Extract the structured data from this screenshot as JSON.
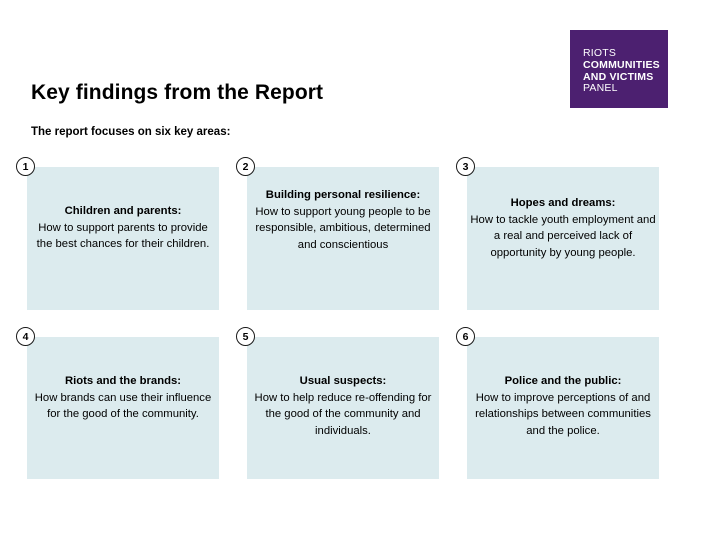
{
  "logo": {
    "lines": [
      {
        "text": "RIOTS",
        "weight": "thin"
      },
      {
        "text": "COMMUNITIES",
        "weight": "bold"
      },
      {
        "text": "AND VICTIMS",
        "weight": "bold"
      },
      {
        "text": "PANEL",
        "weight": "thin"
      }
    ],
    "background_color": "#4c2070",
    "text_color": "#ffffff"
  },
  "header": {
    "title": "Key findings from the Report",
    "subtitle": "The report focuses on six key areas:"
  },
  "boxes": {
    "background_color": "#dcebee",
    "items": [
      {
        "number": "1",
        "title": "Children and parents:",
        "description": "How to support parents to provide the best chances for their children."
      },
      {
        "number": "2",
        "title": "Building personal resilience:",
        "description": "How to support young people to be responsible, ambitious, determined and conscientious"
      },
      {
        "number": "3",
        "title": "Hopes and dreams:",
        "description": "How to tackle youth employment and a real and perceived lack of opportunity by young people."
      },
      {
        "number": "4",
        "title": "Riots and the brands:",
        "description": "How brands can use their influence for the good of the community."
      },
      {
        "number": "5",
        "title": "Usual suspects:",
        "description": "How to help reduce re-offending for the good of the community and individuals."
      },
      {
        "number": "6",
        "title": "Police and the public:",
        "description": "How to improve perceptions of and relationships between communities and the police."
      }
    ]
  }
}
